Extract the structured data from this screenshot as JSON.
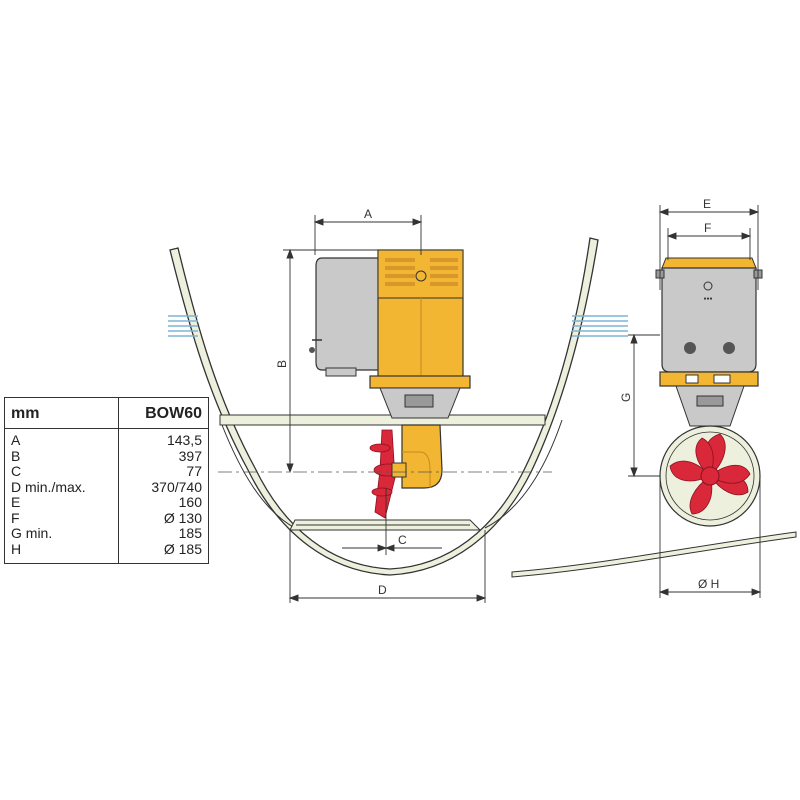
{
  "table": {
    "header": [
      "mm",
      "BOW60"
    ],
    "rows": [
      {
        "label": "A",
        "value": "143,5"
      },
      {
        "label": "B",
        "value": "397"
      },
      {
        "label": "C",
        "value": "77"
      },
      {
        "label": "D min./max.",
        "value": "370/740"
      },
      {
        "label": "E",
        "value": "160"
      },
      {
        "label": "F",
        "value": "Ø 130"
      },
      {
        "label": "G min.",
        "value": "185"
      },
      {
        "label": "H",
        "value": "Ø 185"
      }
    ]
  },
  "dimension_labels": {
    "a": "A",
    "b": "B",
    "c": "C",
    "d": "D",
    "e": "E",
    "f": "F",
    "g": "G",
    "h": "Ø H"
  },
  "colors": {
    "motor": "#F2B632",
    "motor_shade": "#D9962A",
    "housing": "#C9C9C9",
    "hull_fill": "#EEF0DE",
    "propeller": "#D8283A",
    "water": "#7DB3D6",
    "line": "#333333"
  }
}
